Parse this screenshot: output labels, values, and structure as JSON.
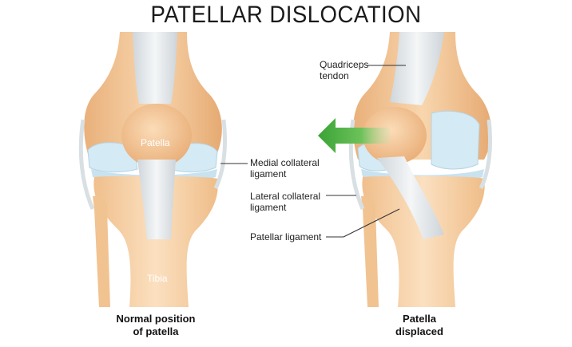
{
  "title": "PATELLAR DISLOCATION",
  "colors": {
    "bone": "#f3c89a",
    "bone_shadow": "#e0a874",
    "cartilage": "#d6ecf6",
    "tendon": "#e7ecef",
    "arrow": "#3fa33a"
  },
  "labels": {
    "patella": "Patella",
    "tibia": "Tibia",
    "quadriceps_tendon": "Quadriceps\ntendon",
    "medial_collateral": "Medial collateral\nligament",
    "lateral_collateral": "Lateral collateral\nligament",
    "patellar_ligament": "Patellar ligament"
  },
  "captions": {
    "left": "Normal position\nof patella",
    "right": "Patella\ndisplaced"
  },
  "arrow_icon": "arrow-left-icon"
}
